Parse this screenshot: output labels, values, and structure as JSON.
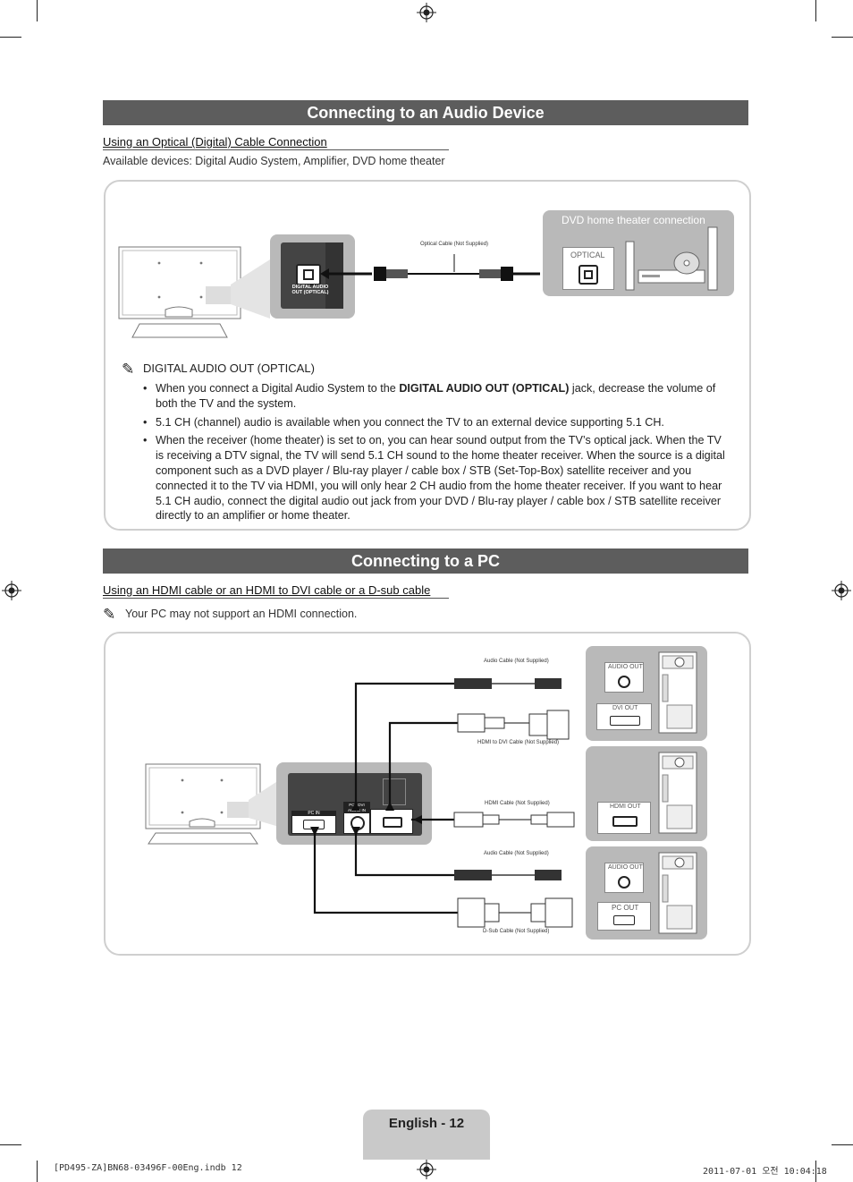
{
  "audio_section": {
    "title": "Connecting to an Audio Device",
    "subheading": "Using an Optical (Digital) Cable Connection",
    "available_devices": "Available devices: Digital Audio System, Amplifier, DVD home theater",
    "diagram": {
      "tv_port_label": "DIGITAL AUDIO OUT (OPTICAL)",
      "cable_label": "Optical Cable (Not Supplied)",
      "dvd_box_title": "DVD home theater connection",
      "optical_port_label": "OPTICAL"
    },
    "note_heading": "DIGITAL AUDIO OUT (OPTICAL)",
    "bullets": [
      {
        "pre": "When you connect a Digital Audio System to the ",
        "bold": "DIGITAL AUDIO OUT (OPTICAL)",
        "post": " jack, decrease the volume of both the TV and the system."
      },
      {
        "pre": "5.1 CH (channel) audio is available when you connect the TV to an external device supporting 5.1 CH.",
        "bold": "",
        "post": ""
      },
      {
        "pre": "When the receiver (home theater) is set to on, you can hear sound output from the TV’s optical jack. When the TV is receiving a DTV signal, the TV will send 5.1 CH sound to the home theater receiver. When the source is a digital component such as a DVD player / Blu-ray player / cable box / STB (Set-Top-Box) satellite receiver and you connected it to the TV via HDMI, you will only hear 2 CH audio from  the home theater receiver. If you want to hear 5.1 CH audio, connect the digital audio out jack from your DVD / Blu-ray player / cable box / STB satellite receiver directly to an amplifier or home theater.",
        "bold": "",
        "post": ""
      }
    ]
  },
  "pc_section": {
    "title": "Connecting to a PC",
    "subheading": "Using an HDMI cable or an HDMI to DVI cable or a D-sub cable",
    "note": "Your PC may not support an HDMI connection.",
    "diagram": {
      "tv_ports": {
        "pc_in": "PC IN",
        "pc_dvi_audio_in": "PC / DVI AUDIO IN"
      },
      "cables": {
        "audio_top": "Audio Cable (Not Supplied)",
        "hdmi_dvi": "HDMI to DVI Cable (Not Supplied)",
        "hdmi": "HDMI Cable (Not Supplied)",
        "audio_bottom": "Audio Cable (Not Supplied)",
        "dsub": "D-Sub Cable (Not Supplied)"
      },
      "pc_ports": {
        "audio_out_1": "AUDIO OUT",
        "dvi_out": "DVI OUT",
        "hdmi_out": "HDMI OUT",
        "audio_out_2": "AUDIO OUT",
        "pc_out": "PC OUT"
      }
    }
  },
  "footer": {
    "page_label": "English - 12",
    "slug_left": "[PD495-ZA]BN68-03496F-00Eng.indb   12",
    "slug_right": "2011-07-01   오전 10:04:18"
  }
}
